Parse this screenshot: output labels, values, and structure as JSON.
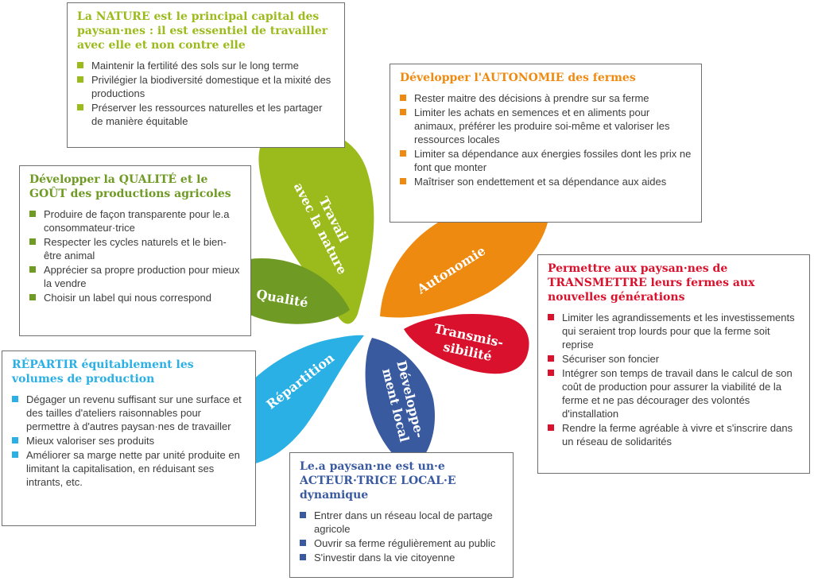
{
  "colors": {
    "nature": "#9bbb1c",
    "autonomie": "#ef8a10",
    "transmission": "#d9112c",
    "local": "#3a5aa0",
    "repartition": "#2ab0e4",
    "qualite": "#6f9a24"
  },
  "petals": {
    "nature": [
      "Travail",
      "avec la nature"
    ],
    "autonomie": [
      "Autonomie"
    ],
    "transmission": [
      "Transmis-",
      "sibilité"
    ],
    "local": [
      "Développe-",
      "ment local"
    ],
    "repartition": [
      "Répartition"
    ],
    "qualite": [
      "Qualité"
    ]
  },
  "boxes": {
    "nature": {
      "title": "La NATURE est le principal capital des paysan·nes : il est essentiel de travailler avec elle et non contre elle",
      "items": [
        "Maintenir la fertilité des sols sur le long terme",
        "Privilégier la biodiversité domestique et la mixité des productions",
        "Préserver les ressources naturelles et les partager de manière équitable"
      ]
    },
    "autonomie": {
      "title": "Développer l'AUTONOMIE des fermes",
      "items": [
        "Rester maitre des décisions à prendre sur sa ferme",
        "Limiter les achats en semences et en aliments pour animaux, préférer les produire soi-même et valoriser les ressources locales",
        "Limiter sa dépendance aux énergies fossiles dont les prix ne font que monter",
        "Maîtriser son endettement et sa dépendance aux aides"
      ]
    },
    "qualite": {
      "title": "Développer la QUALITÉ et le GOÛT des productions agricoles",
      "items": [
        "Produire de façon transparente pour le.a consommateur·trice",
        "Respecter les cycles naturels et le bien-être animal",
        "Apprécier sa propre production pour mieux la vendre",
        "Choisir un label qui nous correspond"
      ]
    },
    "transmission": {
      "title": "Permettre aux paysan·nes de TRANSMETTRE leurs fermes aux nouvelles générations",
      "items": [
        "Limiter les agrandissements et les investissements qui seraient trop lourds pour que la ferme soit reprise",
        "Sécuriser son foncier",
        "Intégrer son temps de travail dans le calcul de son coût de production pour assurer la viabilité de la ferme et ne pas décourager des volontés d'installation",
        "Rendre la ferme agréable à vivre et s'inscrire dans un réseau de solidarités"
      ]
    },
    "repartition": {
      "title": "RÉPARTIR équitablement les volumes de production",
      "items": [
        "Dégager un revenu suffisant sur une surface et des tailles d'ateliers raisonnables pour permettre à d'autres paysan·nes de travailler",
        "Mieux valoriser ses produits",
        "Améliorer sa marge nette par unité produite en limitant la capitalisation, en réduisant ses intrants, etc."
      ]
    },
    "local": {
      "title": "Le.a paysan·ne est un·e ACTEUR·TRICE LOCAL·E dynamique",
      "items": [
        "Entrer dans un réseau local de partage agricole",
        "Ouvrir sa ferme régulièrement au public",
        "S'investir dans la vie citoyenne"
      ]
    }
  }
}
